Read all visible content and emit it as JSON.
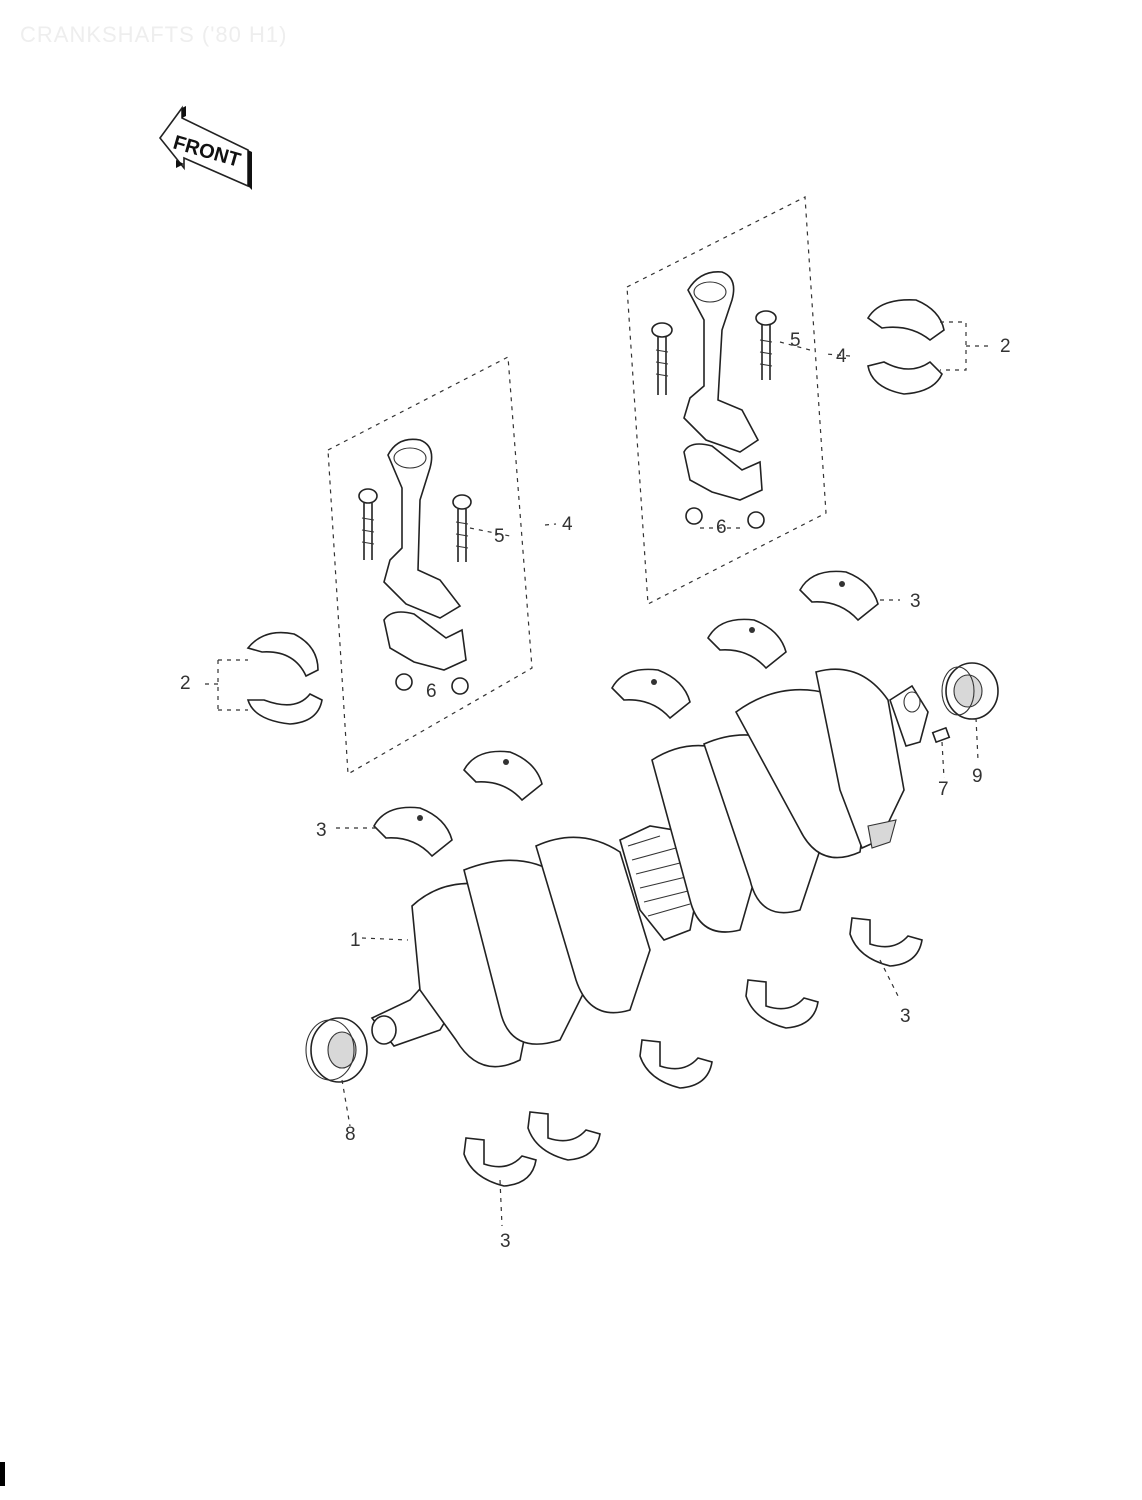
{
  "page": {
    "title": "CRANKSHAFTS ('80 H1)"
  },
  "front_badge": {
    "label": "FRONT"
  },
  "callouts": {
    "c1": "1",
    "c2_right": "2",
    "c2_left": "2",
    "c3_upper_right": "3",
    "c3_left": "3",
    "c3_lower_right": "3",
    "c3_bottom": "3",
    "c4_upper": "4",
    "c4_lower": "4",
    "c5_upper": "5",
    "c5_lower": "5",
    "c6_upper": "6",
    "c6_lower": "6",
    "c7": "7",
    "c8": "8",
    "c9": "9"
  }
}
